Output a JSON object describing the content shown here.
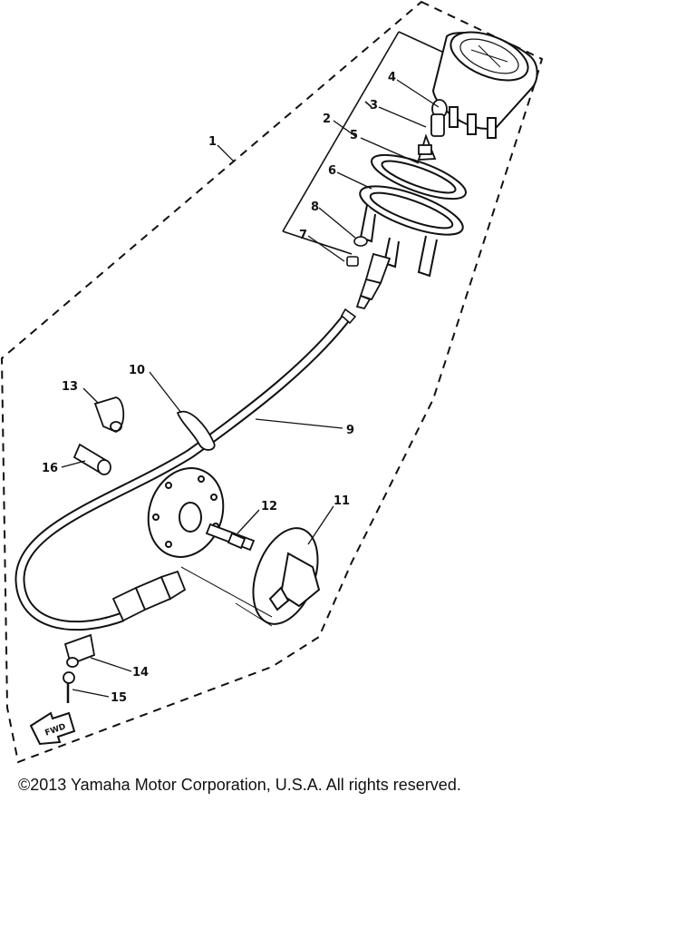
{
  "callouts": {
    "c1": "1",
    "c2": "2",
    "c3": "3",
    "c4": "4",
    "c5": "5",
    "c6": "6",
    "c7": "7",
    "c8": "8",
    "c9": "9",
    "c10": "10",
    "c11": "11",
    "c12": "12",
    "c13": "13",
    "c14": "14",
    "c15": "15",
    "c16": "16"
  },
  "fwd_label": "FWD",
  "copyright": "©2013 Yamaha Motor Corporation, U.S.A. All rights reserved.",
  "colors": {
    "ink": "#111111",
    "background": "#ffffff"
  },
  "icons": [
    "fwd-arrow-icon"
  ]
}
